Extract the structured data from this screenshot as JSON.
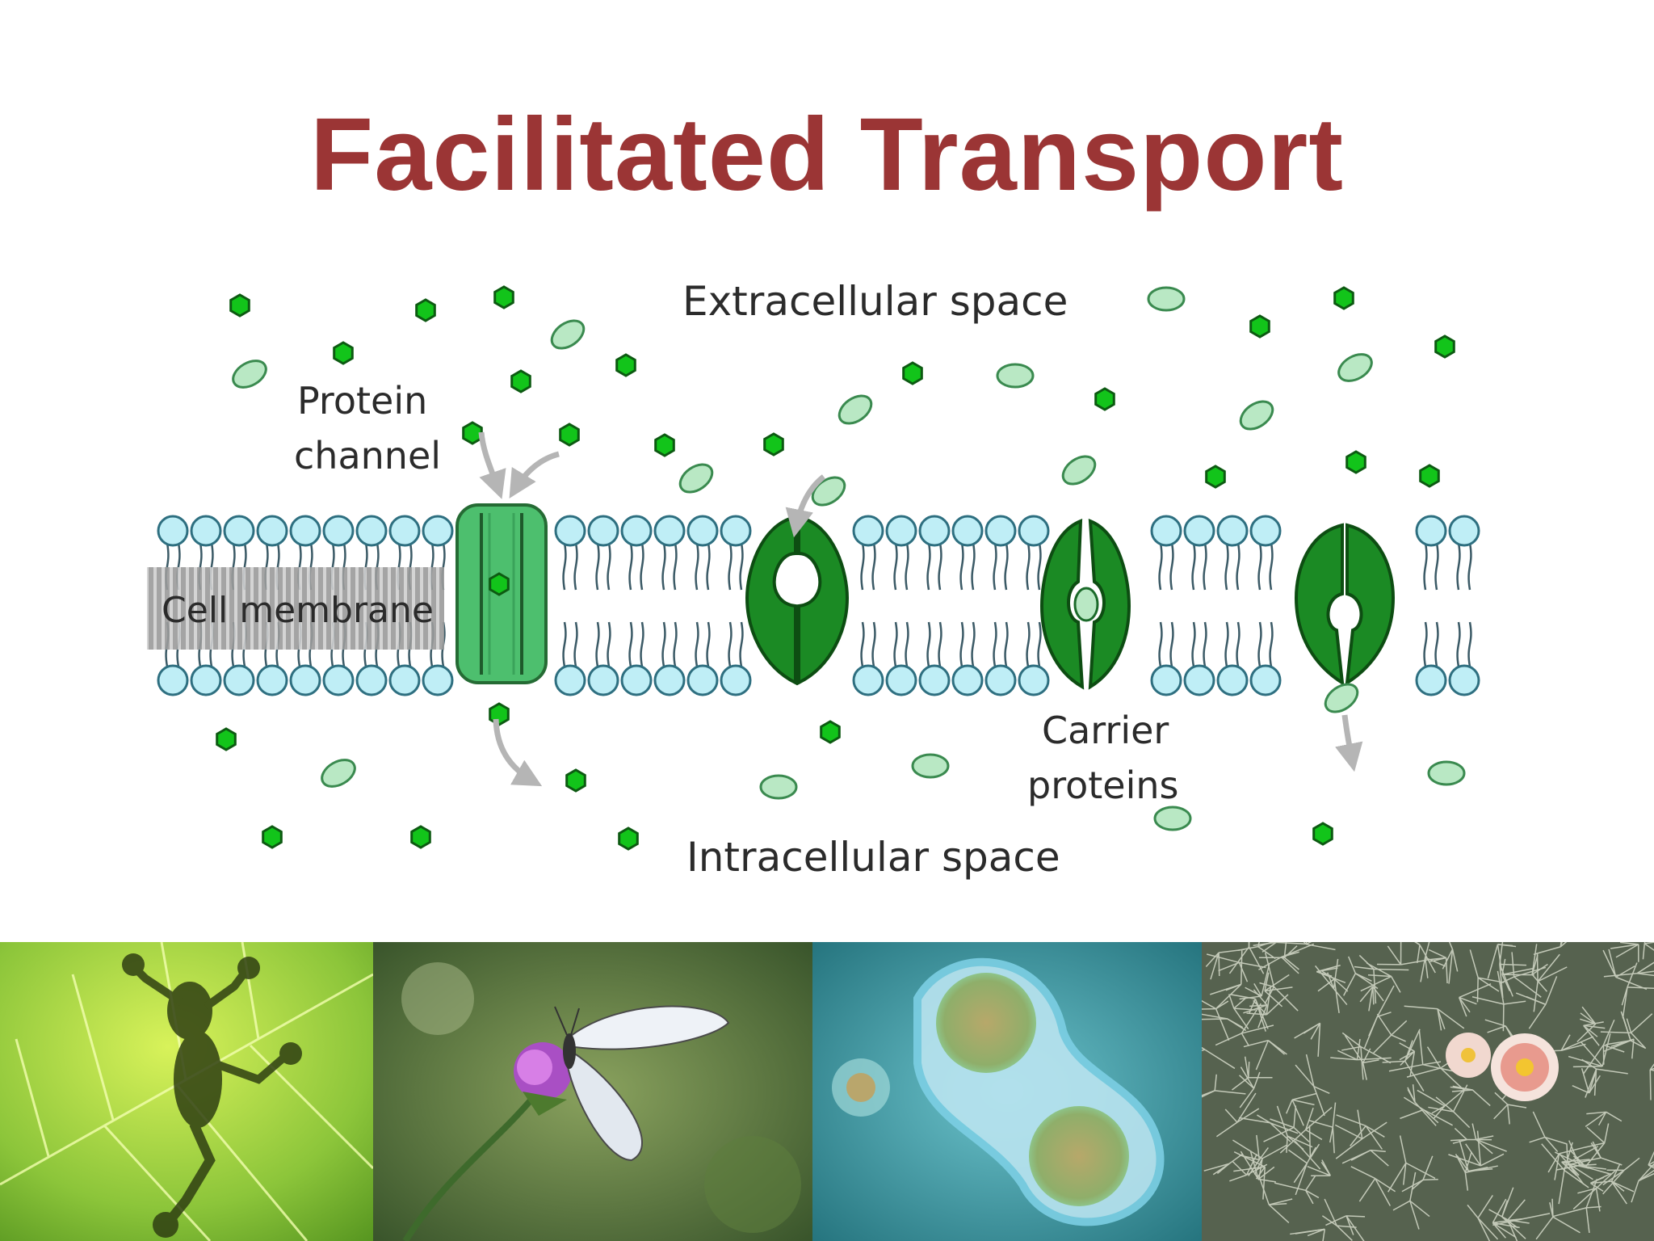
{
  "slide": {
    "title": "Facilitated Transport"
  },
  "diagram": {
    "extracellular_label": "Extracellular space",
    "intracellular_label": "Intracellular space",
    "protein_channel_label_line1": "Protein",
    "protein_channel_label_line2": "channel",
    "cell_membrane_label": "Cell membrane",
    "carrier_proteins_label_line1": "Carrier",
    "carrier_proteins_label_line2": "proteins",
    "colors": {
      "title": "#9b3535",
      "phospholipid_head": "#bfeef6",
      "channel_protein": "#4dbf6e",
      "carrier_protein": "#1b8a24",
      "molecule_hexagon": "#12c41a",
      "molecule_oval": "#b9e8c4"
    }
  },
  "photos": [
    {
      "subject": "frog-silhouette-on-leaf"
    },
    {
      "subject": "butterfly-on-flower"
    },
    {
      "subject": "dividing-cell"
    },
    {
      "subject": "cactus-flowers"
    }
  ]
}
